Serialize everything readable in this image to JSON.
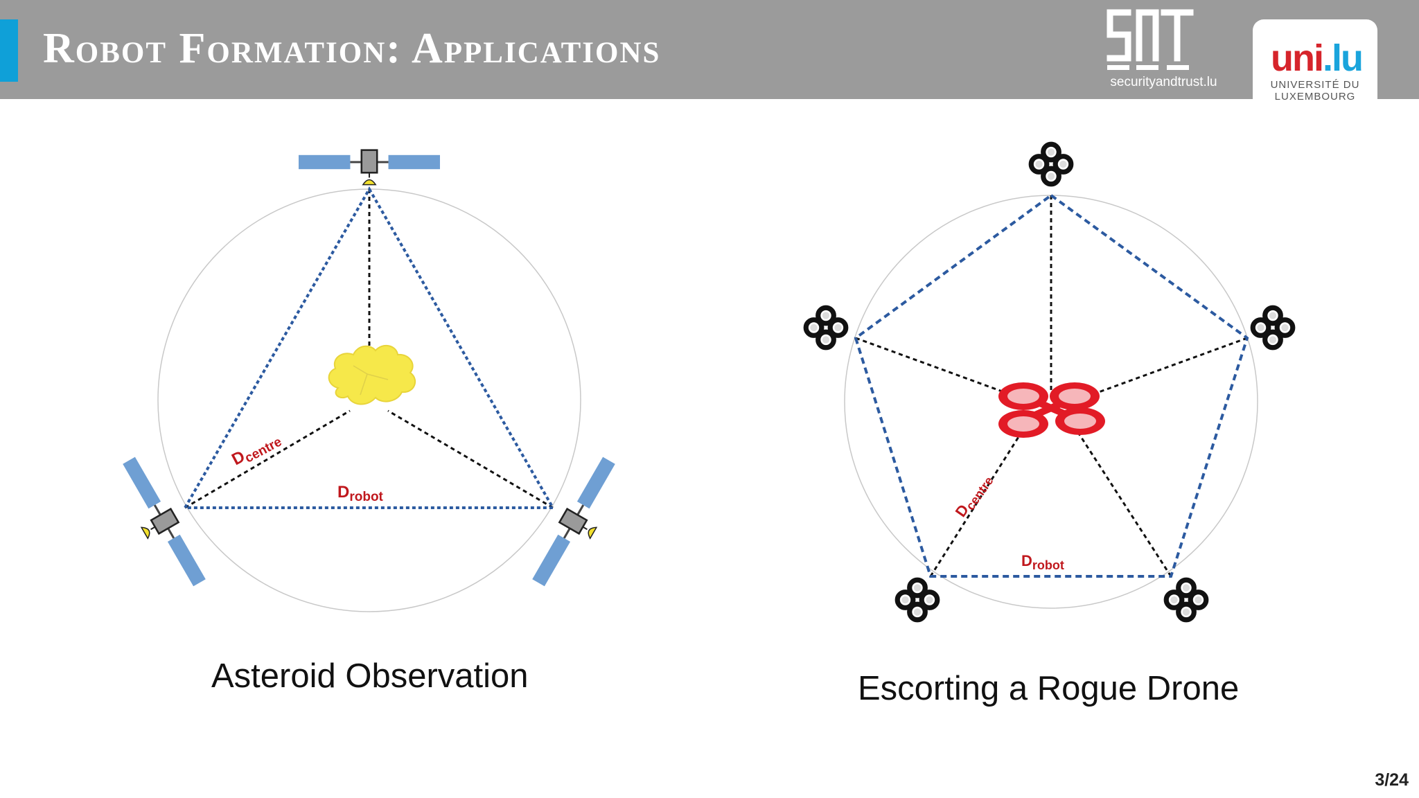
{
  "header": {
    "title": "Robot Formation: Applications",
    "snt_url": "securityandtrust.lu",
    "uni_logo_text": "uni.lu",
    "uni_name_line1": "UNIVERSITÉ DU",
    "uni_name_line2": "LUXEMBOURG"
  },
  "diagrams": {
    "left": {
      "caption": "Asteroid Observation",
      "label_centre_main": "D",
      "label_centre_sub": "centre",
      "label_robot_main": "D",
      "label_robot_sub": "robot"
    },
    "right": {
      "caption": "Escorting a Rogue Drone",
      "label_centre_main": "D",
      "label_centre_sub": "centre",
      "label_robot_main": "D",
      "label_robot_sub": "robot"
    }
  },
  "footer": {
    "page": "3/24"
  },
  "colors": {
    "header_bg": "#9b9b9b",
    "accent": "#0fa0d8",
    "formation_line": "#2c5aa0",
    "centre_line": "#111111",
    "label_red": "#c0181d",
    "satellite_panel": "#6f9fd3",
    "asteroid": "#f6e84a",
    "rogue_drone": "#e21b26"
  },
  "icons": [
    "snt-logo",
    "uni-lu-logo",
    "satellite-icon",
    "asteroid-icon",
    "drone-icon",
    "rogue-drone-icon"
  ]
}
